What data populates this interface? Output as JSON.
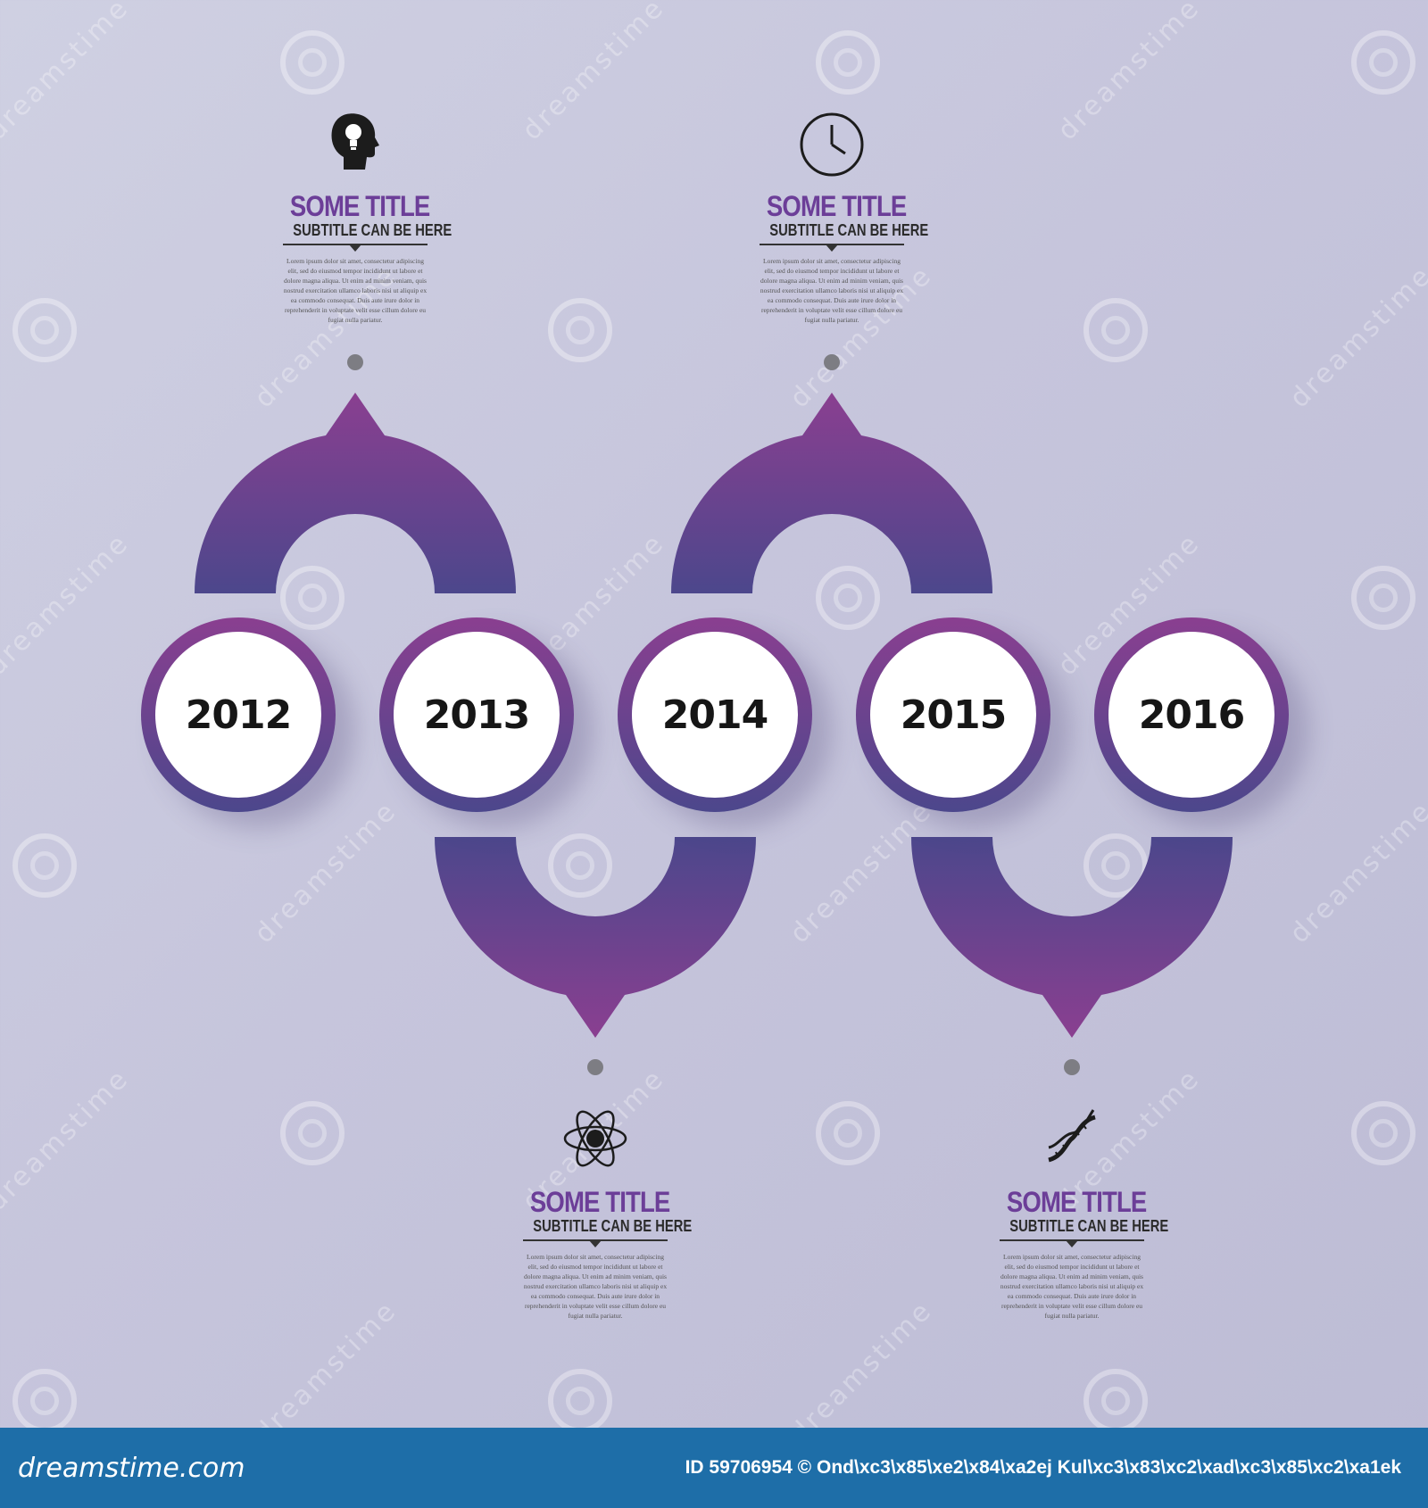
{
  "timeline": {
    "years": [
      "2012",
      "2013",
      "2014",
      "2015",
      "2016"
    ],
    "colors": {
      "accent_top": "#8a3f90",
      "accent_bottom": "#4c478c",
      "circle_fill": "#ffffff"
    }
  },
  "milestones": [
    {
      "icon": "head-lightbulb-icon",
      "title": "SOME TITLE",
      "subtitle": "SUBTITLE CAN BE HERE",
      "body": "Lorem ipsum dolor sit amet, consectetur adipiscing elit, sed do eiusmod tempor incididunt ut labore et dolore magna aliqua. Ut enim ad minim veniam, quis nostrud exercitation ullamco laboris nisi ut aliquip ex ea commodo consequat. Duis aute irure dolor in reprehenderit in voluptate velit esse cillum dolore eu fugiat nulla pariatur."
    },
    {
      "icon": "clock-icon",
      "title": "SOME TITLE",
      "subtitle": "SUBTITLE CAN BE HERE",
      "body": "Lorem ipsum dolor sit amet, consectetur adipiscing elit, sed do eiusmod tempor incididunt ut labore et dolore magna aliqua. Ut enim ad minim veniam, quis nostrud exercitation ullamco laboris nisi ut aliquip ex ea commodo consequat. Duis aute irure dolor in reprehenderit in voluptate velit esse cillum dolore eu fugiat nulla pariatur."
    },
    {
      "icon": "atom-icon",
      "title": "SOME TITLE",
      "subtitle": "SUBTITLE CAN BE HERE",
      "body": "Lorem ipsum dolor sit amet, consectetur adipiscing elit, sed do eiusmod tempor incididunt ut labore et dolore magna aliqua. Ut enim ad minim veniam, quis nostrud exercitation ullamco laboris nisi ut aliquip ex ea commodo consequat. Duis aute irure dolor in reprehenderit in voluptate velit esse cillum dolore eu fugiat nulla pariatur."
    },
    {
      "icon": "dna-icon",
      "title": "SOME TITLE",
      "subtitle": "SUBTITLE CAN BE HERE",
      "body": "Lorem ipsum dolor sit amet, consectetur adipiscing elit, sed do eiusmod tempor incididunt ut labore et dolore magna aliqua. Ut enim ad minim veniam, quis nostrud exercitation ullamco laboris nisi ut aliquip ex ea commodo consequat. Duis aute irure dolor in reprehenderit in voluptate velit esse cillum dolore eu fugiat nulla pariatur."
    }
  ],
  "watermark": {
    "text": "dreamstime"
  },
  "footer": {
    "brand": "dreamstime.com",
    "credit": "ID 59706954 © Ond\\xc3\\x85\\xe2\\x84\\xa2ej Kul\\xc3\\x83\\xc2\\xad\\xc3\\x85\\xc2\\xa1ek",
    "background": "#1e6ea8"
  }
}
